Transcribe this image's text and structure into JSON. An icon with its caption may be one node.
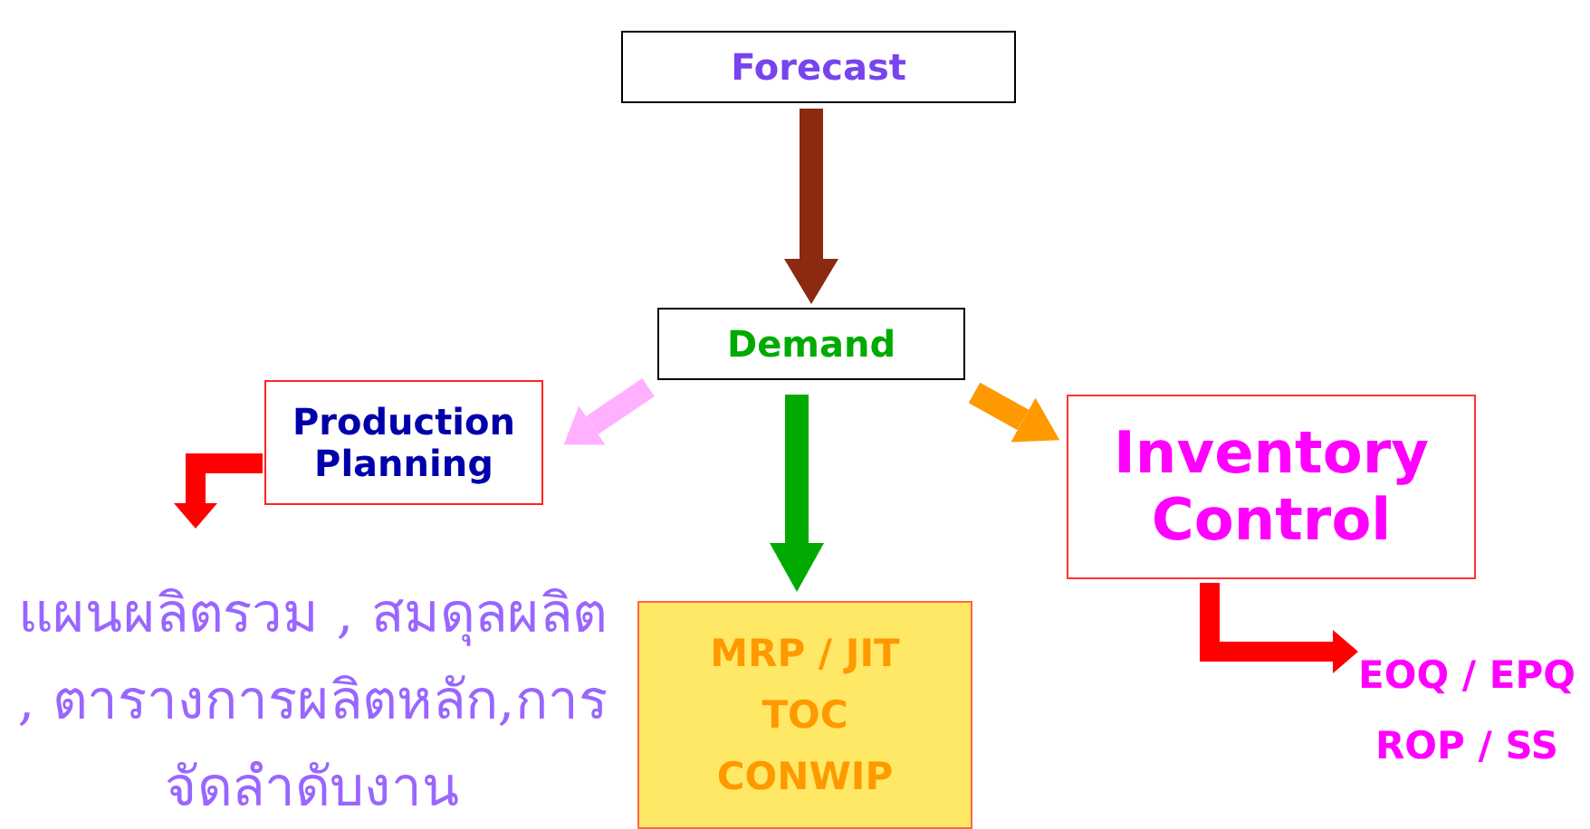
{
  "diagram": {
    "nodes": [
      {
        "text": [
          "Forecast"
        ]
      },
      {
        "text": [
          "Demand"
        ]
      },
      {
        "text": [
          "Production Planning"
        ]
      },
      {
        "text": [
          "Inventory Control"
        ]
      },
      {
        "text": [
          "แผนผลิตรวม , สมดุลผลิต , ตารางการผลิตหลัก,การจัดลำดับงาน"
        ]
      },
      {
        "text": [
          "MRP / JIT",
          "TOC",
          "CONWIP"
        ]
      },
      {
        "text": [
          "EOQ / EPQ",
          "ROP / SS"
        ]
      }
    ],
    "edges": [
      {
        "from": 0,
        "to": 1,
        "arrow": "to",
        "color": "#8b2a10"
      },
      {
        "from": 1,
        "to": 2,
        "arrow": "to",
        "color": "#ffb0ff"
      },
      {
        "from": 1,
        "to": 5,
        "arrow": "to",
        "color": "#00aa00"
      },
      {
        "from": 1,
        "to": 3,
        "arrow": "to",
        "color": "#ff9900"
      },
      {
        "from": 2,
        "to": 4,
        "arrow": "to",
        "color": "#ff0000"
      },
      {
        "from": 3,
        "to": 6,
        "arrow": "to",
        "color": "#ff0000"
      }
    ]
  }
}
